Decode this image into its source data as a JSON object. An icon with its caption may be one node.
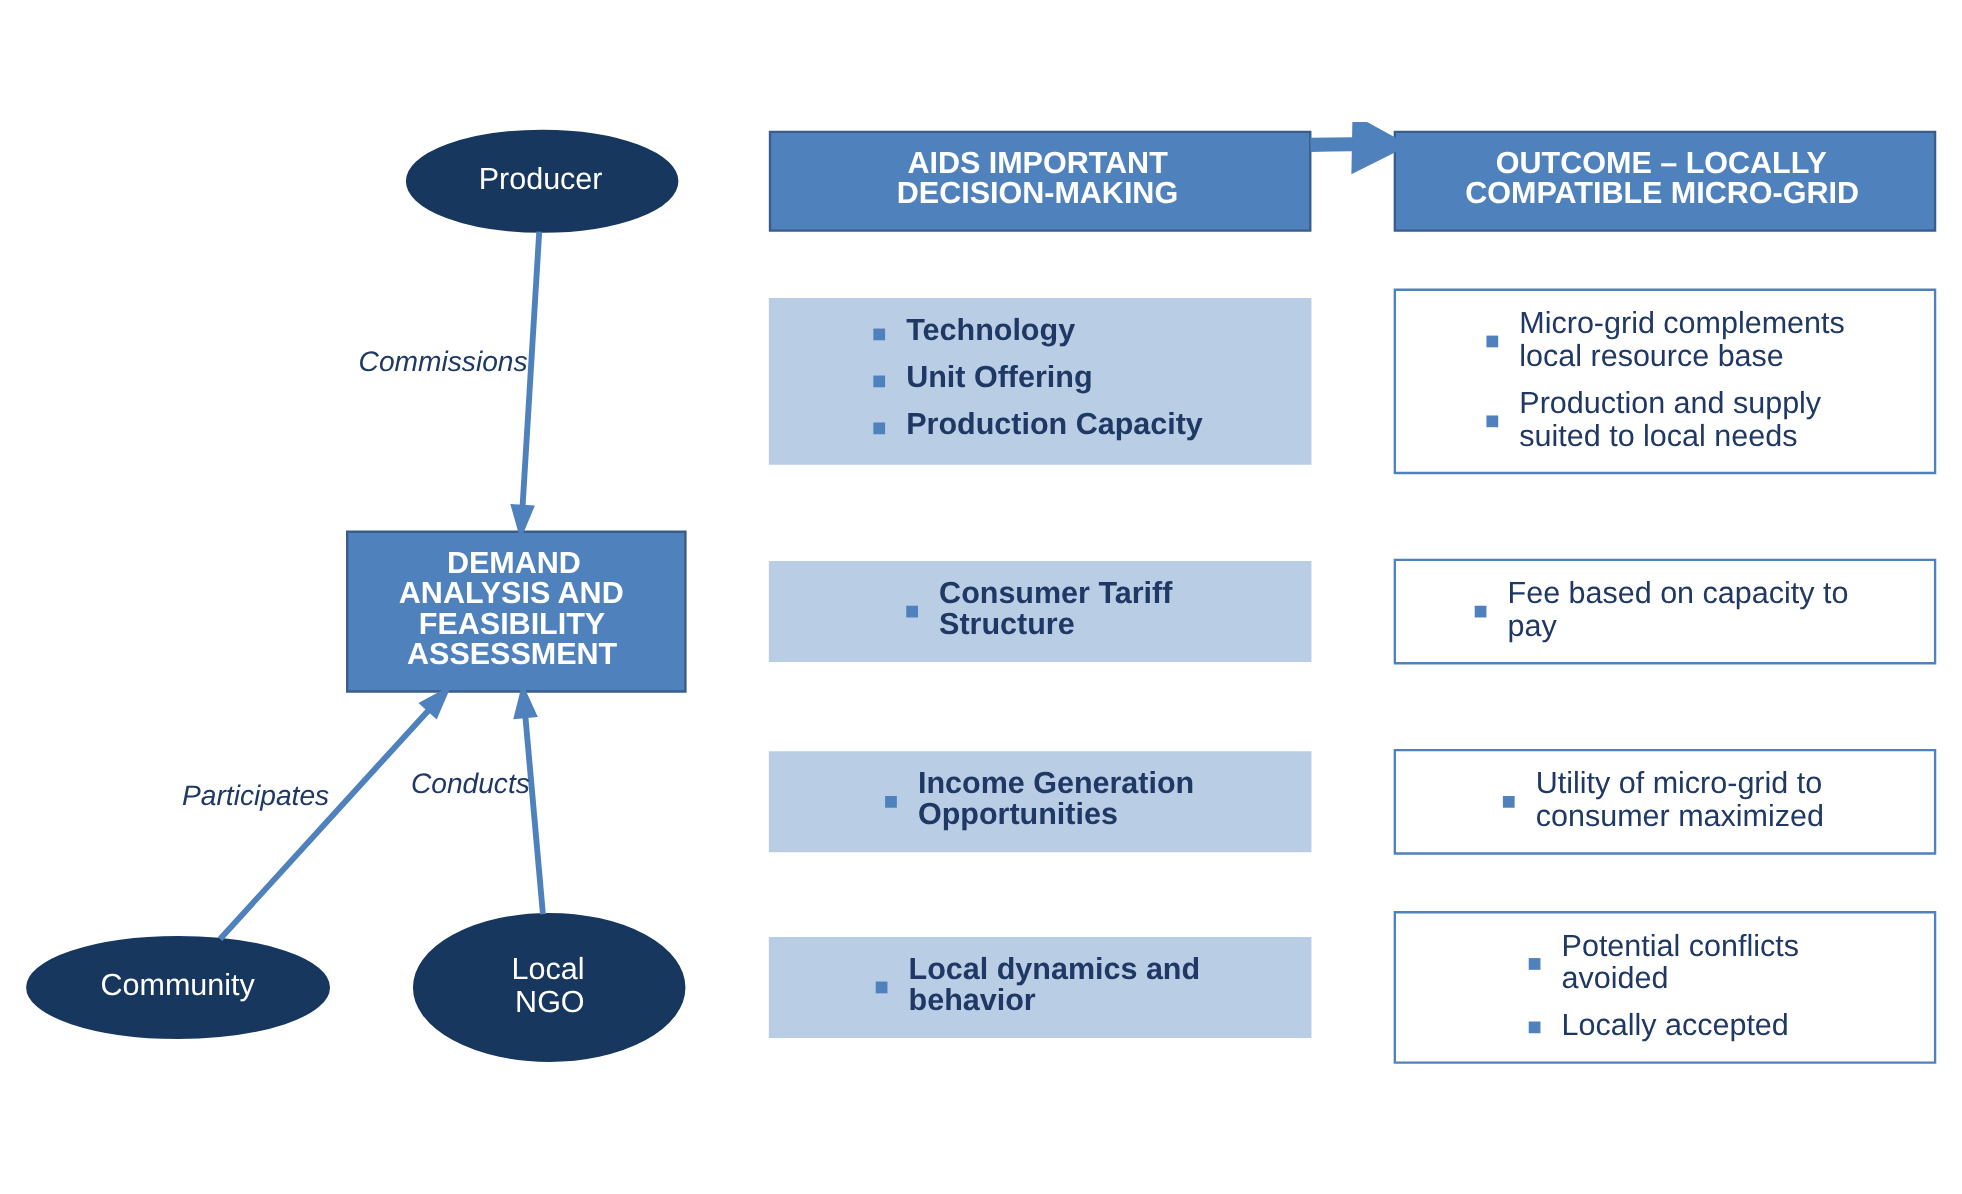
{
  "diagram": {
    "nodes": [
      {
        "text": [
          "Producer"
        ]
      },
      {
        "text": [
          "DEMAND ANALYSIS AND FEASIBILITY ASSESSMENT"
        ]
      },
      {
        "text": [
          "Community"
        ]
      },
      {
        "text": [
          "Local NGO"
        ]
      },
      {
        "text": [
          "AIDS IMPORTANT DECISION-MAKING"
        ]
      },
      {
        "text": [
          "Technology",
          "Unit Offering",
          "Production Capacity"
        ]
      },
      {
        "text": [
          "Consumer Tariff Structure"
        ]
      },
      {
        "text": [
          "Income Generation Opportunities"
        ]
      },
      {
        "text": [
          "Local dynamics and behavior"
        ]
      },
      {
        "text": [
          "OUTCOME – LOCALLY COMPATIBLE MICRO-GRID"
        ]
      },
      {
        "text": [
          "Micro-grid complements local resource base",
          "Production and supply suited to local needs"
        ]
      },
      {
        "text": [
          "Fee based on capacity to pay"
        ]
      },
      {
        "text": [
          "Utility of micro-grid to consumer maximized"
        ]
      },
      {
        "text": [
          "Potential conflicts avoided",
          "Locally accepted"
        ]
      }
    ],
    "edges": [
      {
        "from": 0,
        "to": 1,
        "arrow": "to",
        "label": "Commissions"
      },
      {
        "from": 2,
        "to": 1,
        "arrow": "to",
        "label": "Participates"
      },
      {
        "from": 3,
        "to": 1,
        "arrow": "to",
        "label": "Conducts"
      },
      {
        "from": 4,
        "to": 9,
        "arrow": "to",
        "style": "thick"
      }
    ]
  }
}
